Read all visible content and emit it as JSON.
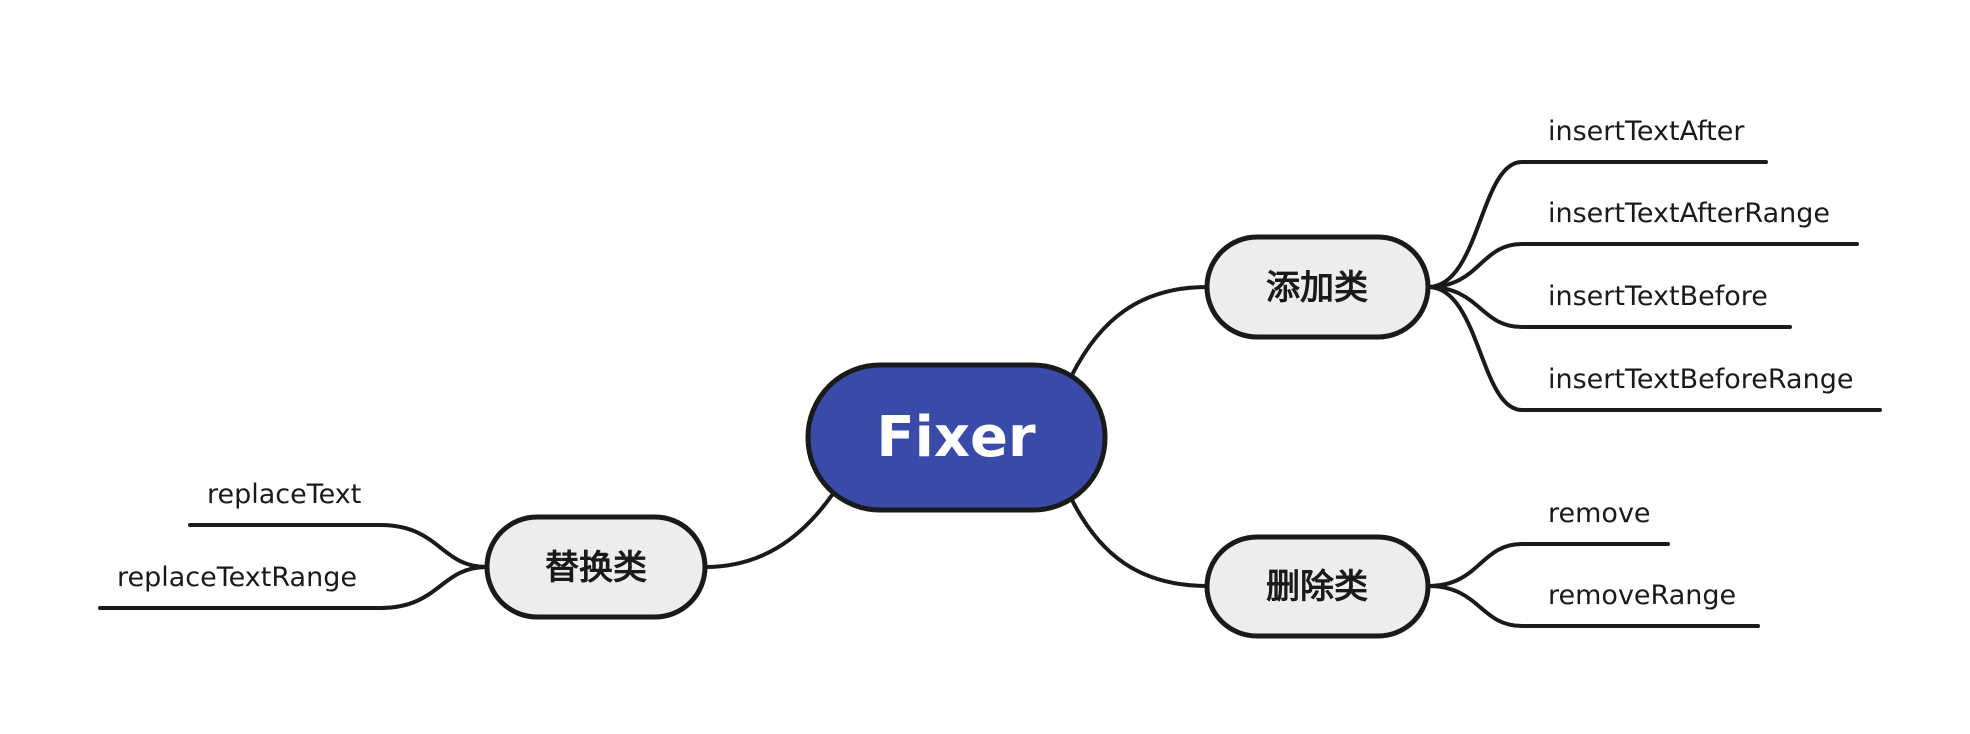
{
  "root": {
    "label": "Fixer",
    "fill": "#3A4AA8",
    "text_color": "#FFFFFF"
  },
  "branches": {
    "add": {
      "label": "添加类",
      "children": [
        "insertTextAfter",
        "insertTextAfterRange",
        "insertTextBefore",
        "insertTextBeforeRange"
      ]
    },
    "remove": {
      "label": "删除类",
      "children": [
        "remove",
        "removeRange"
      ]
    },
    "replace": {
      "label": "替换类",
      "children": [
        "replaceText",
        "replaceTextRange"
      ]
    }
  },
  "colors": {
    "branch_fill": "#EDEDED",
    "stroke": "#1A1A1A",
    "background": "#FFFFFF"
  }
}
